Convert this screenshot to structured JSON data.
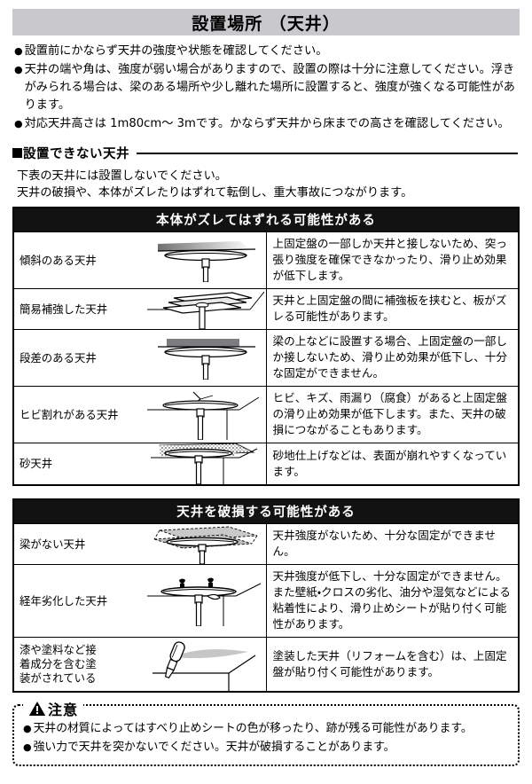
{
  "header": {
    "title": "設置場所 （天井）"
  },
  "intro": {
    "bullets": [
      "設置前にかならず天井の強度や状態を確認してください。",
      "天井の端や角は、強度が弱い場合がありますので、設置の際は十分に注意してください。浮きがみられる場合は、梁のある場所や少し離れた場所に設置すると、強度が強くなる可能性があります。",
      "対応天井高さは 1m80cm～ 3mです。かならず天井から床までの高さを確認してください。"
    ]
  },
  "section": {
    "heading": "設置できない天井",
    "lead_line_1": "下表の天井には設置しないでください。",
    "lead_line_2": "天井の破損や、本体がズレたりはずれて転倒し、重大事故につながります。"
  },
  "table1": {
    "header": "本体がズレてはずれる可能性がある",
    "rows": [
      {
        "label": "傾斜のある天井",
        "figure": "sloped-ceiling-figure",
        "desc": "上固定盤の一部しか天井と接しないため、突っ張り強度を確保できなかったり、滑り止め効果が低下します。"
      },
      {
        "label": "簡易補強した天井",
        "figure": "reinforced-board-figure",
        "desc": "天井と上固定盤の間に補強板を挟むと、板がズレる可能性があります。"
      },
      {
        "label": "段差のある天井",
        "figure": "stepped-ceiling-figure",
        "desc": "梁の上などに設置する場合、上固定盤の一部しか接しないため、滑り止め効果が低下し、十分な固定ができません。"
      },
      {
        "label": "ヒビ割れがある天井",
        "figure": "cracked-ceiling-figure",
        "desc": "ヒビ、キズ、雨漏り（腐食）があると上固定盤の滑り止め効果が低下します。また、天井の破損につながることもあります。"
      },
      {
        "label": "砂天井",
        "figure": "sand-ceiling-figure",
        "desc": "砂地仕上げなどは、表面が崩れやすくなっています。"
      }
    ]
  },
  "table2": {
    "header": "天井を破損する可能性がある",
    "rows": [
      {
        "label": "梁がない天井",
        "figure": "no-beam-ceiling-figure",
        "desc": "天井強度がないため、十分な固定ができません。"
      },
      {
        "label": "経年劣化した天井",
        "figure": "aged-ceiling-figure",
        "desc": "天井強度が低下し、十分な固定ができません。また壁紙・クロスの劣化、油分や湿気などによる粘着性により、滑り止めシートが貼り付く可能性があります。"
      },
      {
        "label": "漆や塗料など接\n着成分を含む塗\n装がされている",
        "figure": "painted-ceiling-figure",
        "desc": "塗装した天井（リフォームを含む）は、上固定盤が貼り付く可能性があります。"
      }
    ]
  },
  "caution": {
    "label": "注意",
    "bullets": [
      "天井の材質によってはすべり止めシートの色が移ったり、跡が残る可能性があります。",
      "強い力で天井を突かないでください。天井が破損することがあります。"
    ]
  },
  "glyphs": {
    "bullet": "●"
  },
  "colors": {
    "title_bar_bg": "#c9c9cd",
    "table_header_bg": "#121212",
    "table_header_fg": "#ffffff",
    "ink": "#000000",
    "page_bg": "#ffffff",
    "figure_gray": "#7d7d80",
    "figure_light_gray": "#d5d5d5"
  }
}
